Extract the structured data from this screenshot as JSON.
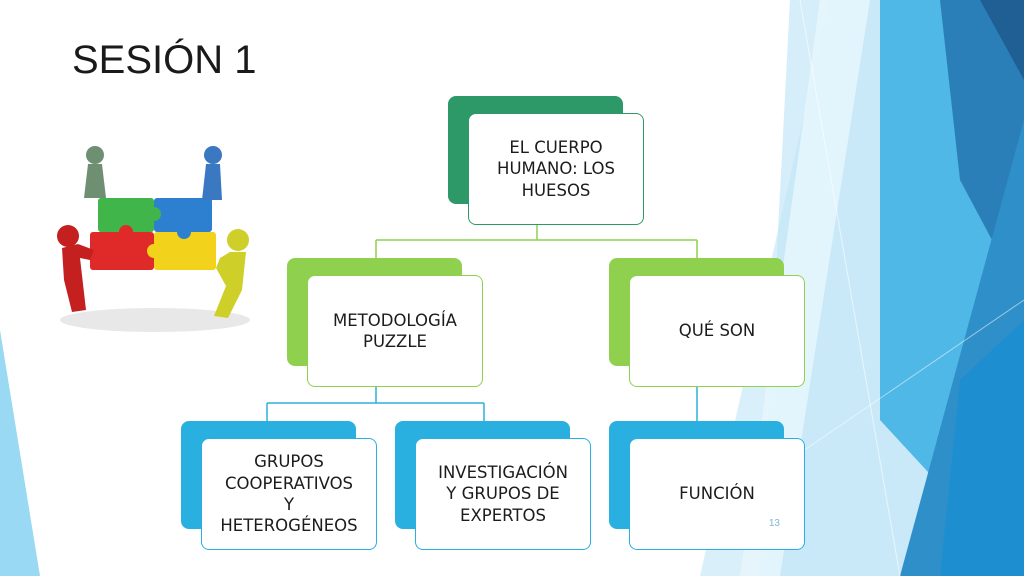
{
  "slide": {
    "title": "SESIÓN 1",
    "page_number": "13"
  },
  "diagram": {
    "root": {
      "label": "EL CUERPO\nHUMANO: LOS\nHUESOS"
    },
    "level1": [
      {
        "label": "METODOLOGÍA\nPUZZLE"
      },
      {
        "label": "QUÉ SON"
      }
    ],
    "level2": [
      {
        "label": "GRUPOS\nCOOPERATIVOS\nY\nHETEROGÉNEOS"
      },
      {
        "label": "INVESTIGACIÓN\nY GRUPOS DE\nEXPERTOS"
      },
      {
        "label": "FUNCIÓN"
      }
    ]
  },
  "colors": {
    "root": "#2e9968",
    "level1": "#8fd14f",
    "level2": "#2ab0e0",
    "connector_green": "#8fd14f",
    "connector_blue": "#2ab0e0"
  },
  "clipart": {
    "icon": "puzzle-teamwork-icon"
  }
}
